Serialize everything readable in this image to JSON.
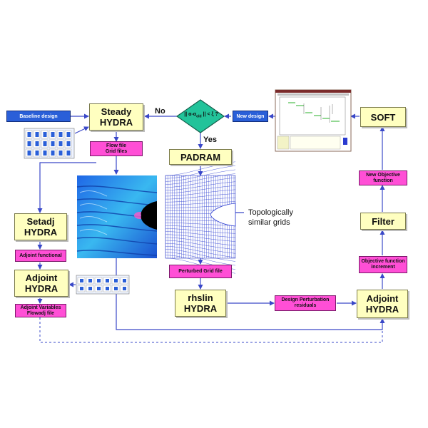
{
  "nodes": {
    "steady_hydra": "Steady\nHYDRA",
    "padram": "PADRAM",
    "soft": "SOFT",
    "setadj_hydra": "Setadj\nHYDRA",
    "adjoint_hydra_left": "Adjoint\nHYDRA",
    "rhslin_hydra": "rhslin\nHYDRA",
    "adjoint_hydra_right": "Adjoint\nHYDRA",
    "filter": "Filter"
  },
  "labels": {
    "baseline_design": "Baseline design",
    "new_design": "New design",
    "flow_grid_files": "Flow file\nGrid files",
    "adjoint_functional": "Adjoint functional",
    "adjoint_variables": "Adjoint Variables\nFlowadj file",
    "perturbed_grid_file": "Perturbed Grid file",
    "design_perturbation": "Design Perturbation\nresiduals",
    "objective_increment": "Objective function\nincrement",
    "new_objective": "New Objective\nfunction"
  },
  "decision": {
    "condition": "|| α-α",
    "condition_sub": "old",
    "condition_tail": " || < ξ ?",
    "no": "No",
    "yes": "Yes"
  },
  "annotations": {
    "topo_grids": "Topologically\nsimilar grids"
  },
  "colors": {
    "big_fill": "#ffffc0",
    "pink_fill": "#ff4fd6",
    "blue_fill": "#2a5fd8",
    "decision_fill": "#22c39a",
    "arrow": "#3a48c8"
  }
}
